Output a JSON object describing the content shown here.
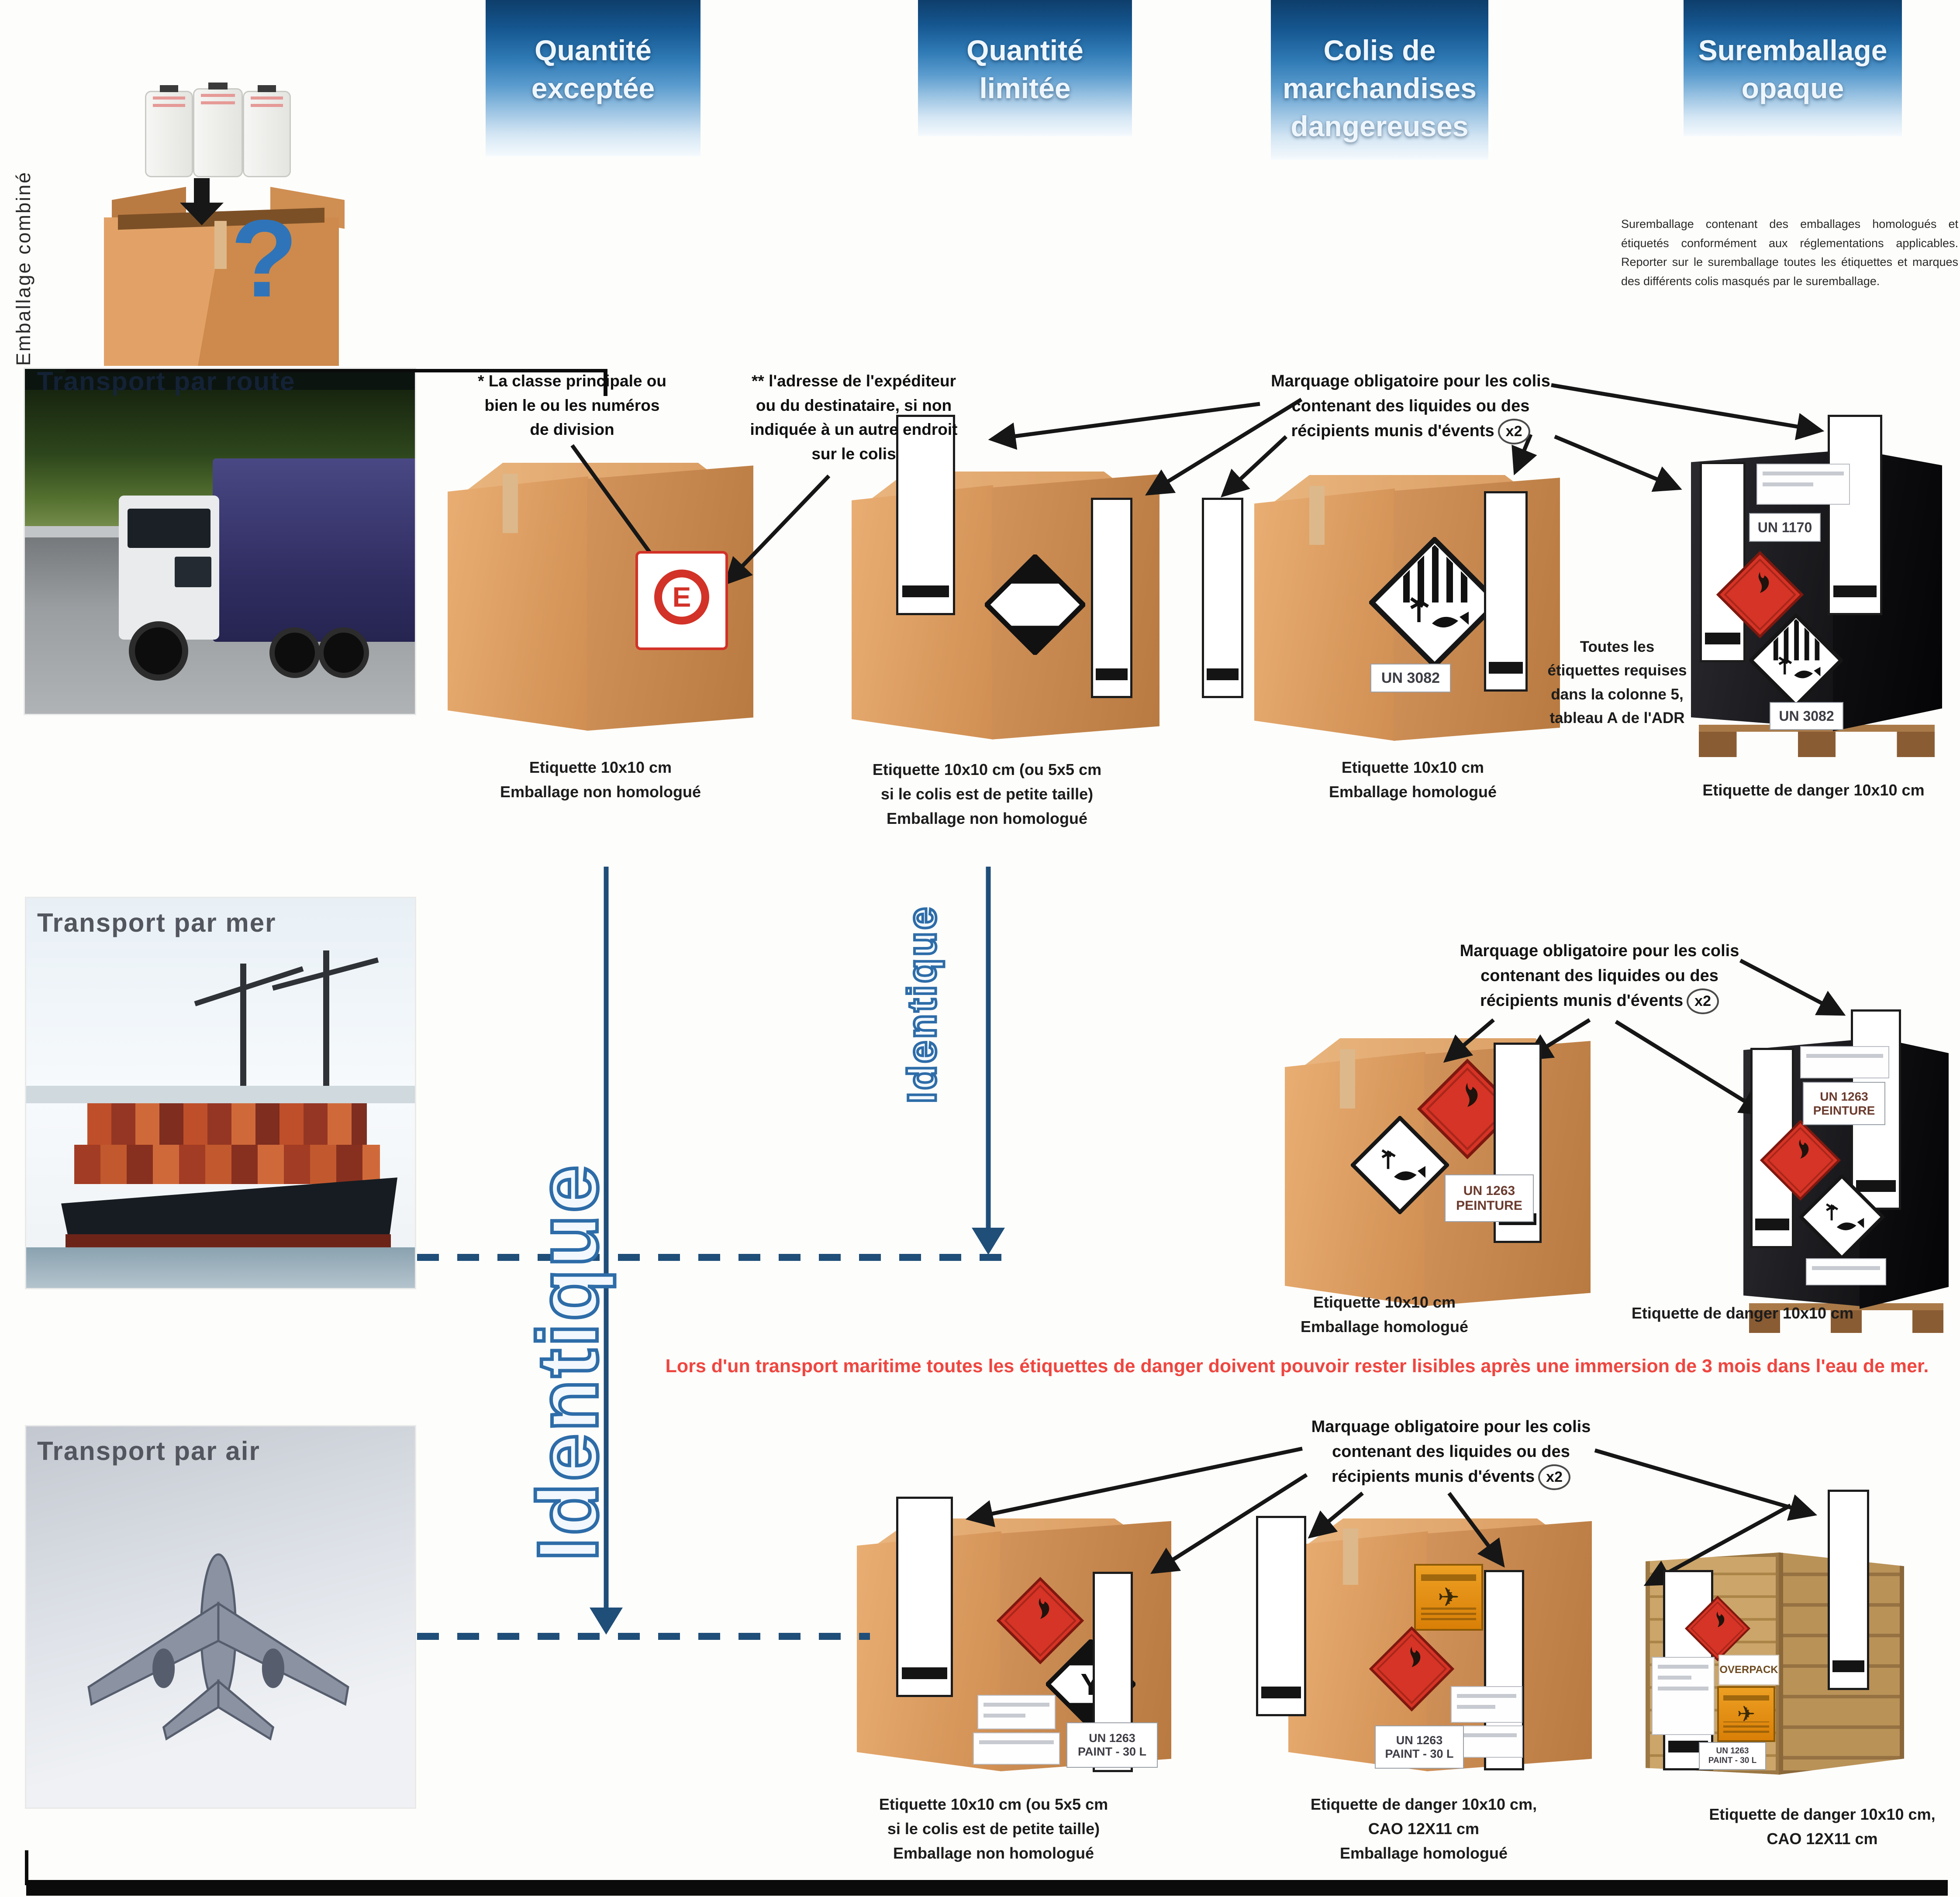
{
  "colors": {
    "header_blue": "#1d5e97",
    "line_blue": "#1f4e79",
    "note_red": "#ef4640",
    "flame_red": "#d63426",
    "cardboard": "#cf9055"
  },
  "headers": [
    {
      "label": "Quantité\nexceptée"
    },
    {
      "label": "Quantité\nlimitée"
    },
    {
      "label": "Colis de\nmarchandises\ndangereuses"
    },
    {
      "label": "Suremballage\nopaque"
    }
  ],
  "suremballage_note": "Suremballage contenant des emballages homologués et étiquetés conformément aux réglementations applicables. Reporter sur le suremballage toutes les étiquettes et marques des différents colis masqués par le suremballage.",
  "left": {
    "emballage_combine": "Emballage combiné",
    "route_title": "Transport par route",
    "mer_title": "Transport par mer",
    "air_title": "Transport par air"
  },
  "shared": {
    "marquage": "Marquage obligatoire pour les colis contenant des liquides ou des récipients munis d'évents",
    "x2": "x2",
    "identique": "Identique"
  },
  "route": {
    "note_classe": "* La classe principale ou\nbien le ou les numéros\nde division",
    "note_adresse": "** l'adresse de l'expéditeur\nou du destinataire, si non\nindiquée à un autre endroit\nsur le colis",
    "eq_letter": "E",
    "caption_excepted": "Etiquette 10x10 cm\nEmballage non homologué",
    "caption_limited": "Etiquette 10x10 cm (ou 5x5 cm\nsi le colis est de petite taille)\nEmballage non homologué",
    "caption_dg": "Etiquette 10x10 cm\nEmballage homologué",
    "caption_overpack": "Etiquette de danger 10x10 cm",
    "adr_note": "Toutes les\nétiquettes requises\ndans la colonne 5,\ntableau A de l'ADR",
    "un3082": "UN 3082",
    "un1170": "UN 1170"
  },
  "mer": {
    "caption_dg": "Etiquette 10x10 cm\nEmballage homologué",
    "caption_overpack": "Etiquette de danger 10x10 cm",
    "un1263": "UN 1263\nPEINTURE",
    "maritime_note": "Lors d'un transport maritime toutes les étiquettes de danger doivent pouvoir rester lisibles après une immersion de 3 mois dans l'eau de mer."
  },
  "air": {
    "caption_limited": "Etiquette 10x10 cm (ou 5x5 cm\nsi le colis est de petite taille)\nEmballage non homologué",
    "caption_dg": "Etiquette de danger 10x10 cm,\nCAO 12X11 cm\nEmballage homologué",
    "caption_overpack": "Etiquette de danger 10x10 cm,\nCAO 12X11 cm",
    "un1263": "UN 1263\nPAINT - 30 L",
    "overpack": "OVERPACK",
    "y_mark": "Y"
  }
}
